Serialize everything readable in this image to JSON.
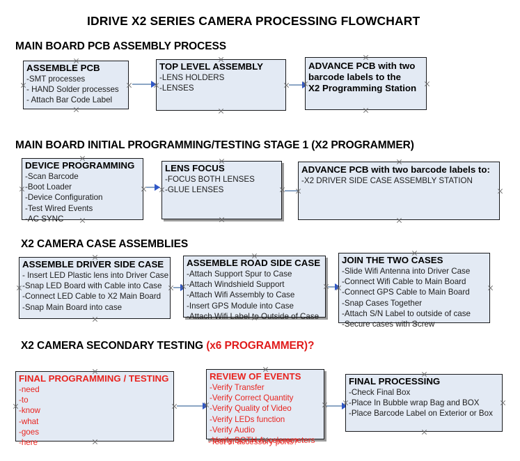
{
  "document": {
    "title": "IDRIVE X2  SERIES CAMERA PROCESSING FLOWCHART"
  },
  "colors": {
    "box_fill": "#e3eaf4",
    "box_border": "#18191c",
    "arrow_line": "#8ba5c4",
    "arrow_head": "#2f57c8",
    "accent_red": "#e8241f",
    "text_black": "#000000",
    "page_background": "#ffffff"
  },
  "sections": [
    {
      "heading": "MAIN BOARD PCB ASSEMBLY PROCESS",
      "heading_accent": "",
      "boxes": [
        {
          "title": "ASSEMBLE PCB",
          "title_color": "black",
          "lines": [
            "-SMT processes",
            "- HAND Solder processes",
            "- Attach Bar Code Label"
          ]
        },
        {
          "title": "TOP LEVEL ASSEMBLY",
          "title_color": "black",
          "lines": [
            "-LENS HOLDERS",
            "-LENSES"
          ]
        },
        {
          "title": "ADVANCE PCB with two",
          "title_color": "black",
          "lines": [
            "barcode labels to the",
            " X2 Programming Station"
          ]
        }
      ]
    },
    {
      "heading": "MAIN BOARD INITIAL PROGRAMMING/TESTING STAGE 1 (X2 PROGRAMMER)",
      "heading_accent": "",
      "boxes": [
        {
          "title": "DEVICE PROGRAMMING",
          "title_color": "black",
          "lines": [
            "-Scan Barcode",
            "-Boot Loader",
            "-Device Configuration",
            "-Test Wired Events",
            "-AC SYNC"
          ]
        },
        {
          "title": "LENS FOCUS",
          "title_color": "black",
          "lines": [
            "-FOCUS BOTH LENSES",
            "-GLUE LENSES"
          ]
        },
        {
          "title": "ADVANCE PCB with two barcode labels to:",
          "title_color": "black",
          "lines": [
            "-X2 DRIVER  SIDE  CASE  ASSEMBLY STATION"
          ]
        }
      ]
    },
    {
      "heading": "X2 CAMERA CASE ASSEMBLIES",
      "heading_accent": "",
      "boxes": [
        {
          "title": "ASSEMBLE DRIVER SIDE CASE",
          "title_color": "black",
          "lines": [
            "- Insert LED Plastic lens into Driver Case",
            "-Snap LED Board with Cable into Case",
            "-Connect LED Cable to X2 Main Board",
            "-Snap Main Board into case"
          ]
        },
        {
          "title": "ASSEMBLE ROAD SIDE CASE",
          "title_color": "black",
          "lines": [
            "-Attach Support Spur to Case",
            "-Attach Windshield Support",
            "-Attach Wifi Assembly to Case",
            "-Insert GPS Module into Case",
            "-Attach Wifi Label to Outside of Case"
          ]
        },
        {
          "title": "JOIN THE TWO CASES",
          "title_color": "black",
          "lines": [
            "-Slide Wifi Antenna into Driver Case",
            "-Connect Wifi Cable to Main Board",
            "-Connect GPS Cable to Main Board",
            "-Snap Cases Together",
            "-Attach S/N Label to outside of case",
            "-Secure cases with Screw"
          ]
        }
      ]
    },
    {
      "heading": "X2 CAMERA SECONDARY TESTING ",
      "heading_accent": "(x6 PROGRAMMER)?",
      "boxes": [
        {
          "title": "FINAL PROGRAMMING / TESTING",
          "title_color": "red",
          "lines": [
            "-need",
            "-to",
            "-know",
            "-what",
            "-goes",
            "-here"
          ]
        },
        {
          "title": "REVIEW OF EVENTS",
          "title_color": "red",
          "lines": [
            "-Verify Transfer",
            "-Verify Correct Quantity",
            "-Verify Quality of Video",
            "-Verify LEDs function",
            "-Verify Audio",
            "-Verify BOTH Accelerometers"
          ],
          "overflow_line": "-Test of accessory ports?"
        },
        {
          "title": "FINAL PROCESSING",
          "title_color": "black",
          "lines": [
            " -Check Final Box",
            "-Place In Bubble wrap Bag and BOX",
            "-Place Barcode Label on Exterior or Box"
          ]
        }
      ]
    }
  ]
}
